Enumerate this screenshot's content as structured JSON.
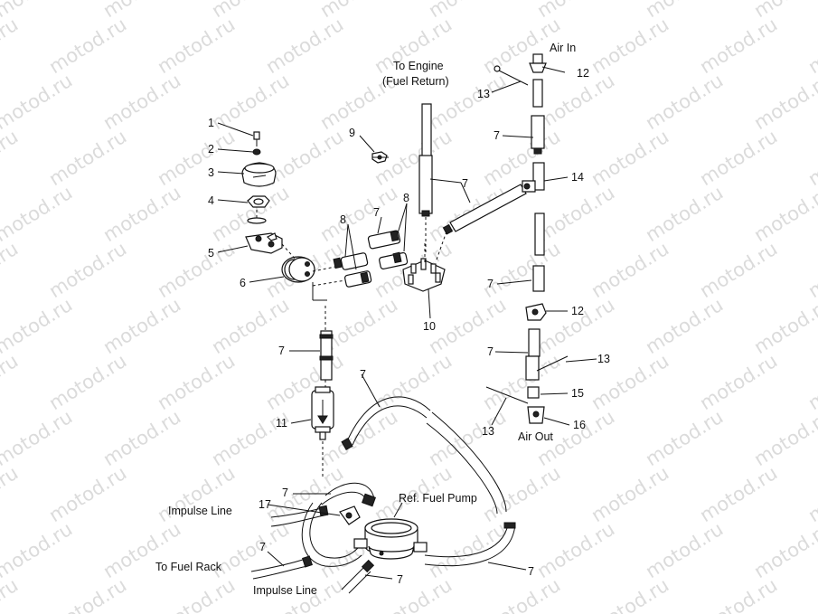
{
  "watermark": "motod.ru",
  "labels": {
    "to_engine_1": "To Engine",
    "to_engine_2": "(Fuel Return)",
    "air_in": "Air In",
    "air_out": "Air Out",
    "ref_fuel_pump": "Ref. Fuel Pump",
    "impulse_line_top": "Impulse Line",
    "to_fuel_rack": "To Fuel Rack",
    "impulse_line_bottom": "Impulse Line"
  },
  "callouts": {
    "c1": "1",
    "c2": "2",
    "c3": "3",
    "c4": "4",
    "c5": "5",
    "c6": "6",
    "c7a": "7",
    "c7b": "7",
    "c7c": "7",
    "c7d": "7",
    "c7e": "7",
    "c7f": "7",
    "c7g": "7",
    "c7h": "7",
    "c7i": "7",
    "c7j": "7",
    "c7k": "7",
    "c8a": "8",
    "c8b": "8",
    "c9": "9",
    "c10": "10",
    "c11": "11",
    "c12a": "12",
    "c12b": "12",
    "c13a": "13",
    "c13b": "13",
    "c13c": "13",
    "c14": "14",
    "c15": "15",
    "c16": "16",
    "c17": "17"
  }
}
